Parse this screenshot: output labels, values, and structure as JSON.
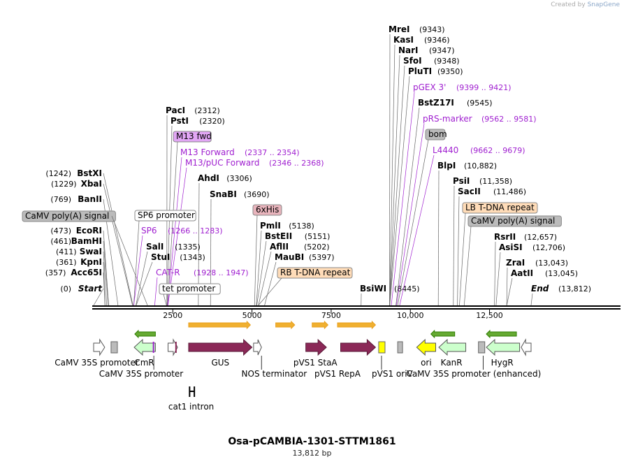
{
  "credit": {
    "prefix": "Created by",
    "brand": "SnapGene"
  },
  "map": {
    "name": "Osa-pCAMBIA-1301-STTM1861",
    "length_label": "13,812 bp",
    "length": 13812,
    "ticks": [
      {
        "label": "2500",
        "pos": 2500
      },
      {
        "label": "5000",
        "pos": 5000
      },
      {
        "label": "7500",
        "pos": 7500
      },
      {
        "label": "10,000",
        "pos": 10000
      },
      {
        "label": "12,500",
        "pos": 12500
      }
    ]
  },
  "colors": {
    "enzyme": "#000000",
    "primer": "#a020d0",
    "gus": "#8b2857",
    "marker": "#ccffcc",
    "ori": "#ffff00",
    "promoter": "#ffffff",
    "terminator": "#bbbbbb",
    "orf": "#e8a020",
    "orf_rev": "#2e7d00",
    "tag_his": "#e8b4bc",
    "tag_tdna": "#ffdcb8",
    "tag_grey": "#bbbbbb",
    "tag_violet": "#e2a6f5"
  },
  "left_labels": [
    {
      "pos": "(1242)",
      "name": "BstXI",
      "site": 1242
    },
    {
      "pos": "(1229)",
      "name": "XbaI",
      "site": 1229
    },
    {
      "pos": "(769)",
      "name": "BanII",
      "site": 769
    },
    {
      "pos": "(473)",
      "name": "EcoRI",
      "site": 473
    },
    {
      "pos": "(461)",
      "name": "BamHI",
      "site": 461
    },
    {
      "pos": "(411)",
      "name": "SwaI",
      "site": 411
    },
    {
      "pos": "(361)",
      "name": "KpnI",
      "site": 361
    },
    {
      "pos": "(357)",
      "name": "Acc65I",
      "site": 357
    },
    {
      "pos": "(0)",
      "name": "Start",
      "site": 0
    }
  ],
  "right_labels": [
    {
      "name": "MreI",
      "pos": "(9343)",
      "site": 9343,
      "kind": "enzyme"
    },
    {
      "name": "KasI",
      "pos": "(9346)",
      "site": 9346,
      "kind": "enzyme"
    },
    {
      "name": "NarI",
      "pos": "(9347)",
      "site": 9347,
      "kind": "enzyme"
    },
    {
      "name": "SfoI",
      "pos": "(9348)",
      "site": 9348,
      "kind": "enzyme"
    },
    {
      "name": "PluTI",
      "pos": "(9350)",
      "site": 9350,
      "kind": "enzyme"
    },
    {
      "name": "pGEX 3'",
      "pos": "(9399 .. 9421)",
      "site": 9399,
      "kind": "primer"
    },
    {
      "name": "BstZ17I",
      "pos": "(9545)",
      "site": 9545,
      "kind": "enzyme"
    },
    {
      "name": "pRS-marker",
      "pos": "(9562 .. 9581)",
      "site": 9562,
      "kind": "primer"
    },
    {
      "name": "bom",
      "pos": "",
      "site": 9600,
      "kind": "tag_grey"
    },
    {
      "name": "L4440",
      "pos": "(9662 .. 9679)",
      "site": 9662,
      "kind": "primer"
    },
    {
      "name": "BlpI",
      "pos": "(10,882)",
      "site": 10882,
      "kind": "enzyme"
    },
    {
      "name": "PsiI",
      "pos": "(11,358)",
      "site": 11358,
      "kind": "enzyme"
    },
    {
      "name": "SacII",
      "pos": "(11,486)",
      "site": 11486,
      "kind": "enzyme"
    },
    {
      "name": "LB T-DNA repeat",
      "pos": "",
      "site": 11550,
      "kind": "tag_tdna"
    },
    {
      "name": "CaMV poly(A) signal",
      "pos": "",
      "site": 11700,
      "kind": "tag_grey"
    },
    {
      "name": "RsrII",
      "pos": "(12,657)",
      "site": 12657,
      "kind": "enzyme"
    },
    {
      "name": "AsiSI",
      "pos": "(12,706)",
      "site": 12706,
      "kind": "enzyme"
    },
    {
      "name": "ZraI",
      "pos": "(13,043)",
      "site": 13043,
      "kind": "enzyme"
    },
    {
      "name": "AatII",
      "pos": "(13,045)",
      "site": 13045,
      "kind": "enzyme"
    },
    {
      "name": "End",
      "pos": "(13,812)",
      "site": 13812,
      "kind": "enzyme"
    }
  ],
  "middle_labels": [
    {
      "name": "PacI",
      "pos": "(2312)",
      "site": 2312,
      "kind": "enzyme"
    },
    {
      "name": "PstI",
      "pos": "(2320)",
      "site": 2320,
      "kind": "enzyme"
    },
    {
      "name": "M13 fwd",
      "pos": "",
      "site": 2337,
      "kind": "tag_violet"
    },
    {
      "name": "M13 Forward",
      "pos": "(2337 .. 2354)",
      "site": 2337,
      "kind": "primer"
    },
    {
      "name": "M13/pUC Forward",
      "pos": "(2346 .. 2368)",
      "site": 2346,
      "kind": "primer"
    },
    {
      "name": "AhdI",
      "pos": "(3306)",
      "site": 3306,
      "kind": "enzyme"
    },
    {
      "name": "SnaBI",
      "pos": "(3690)",
      "site": 3690,
      "kind": "enzyme"
    },
    {
      "name": "6xHis",
      "pos": "",
      "site": 5080,
      "kind": "tag_his"
    },
    {
      "name": "SP6 promoter",
      "pos": "",
      "site": 1266,
      "kind": "tag_white"
    },
    {
      "name": "SP6",
      "pos": "(1266 .. 1283)",
      "site": 1266,
      "kind": "primer"
    },
    {
      "name": "SalI",
      "pos": "(1335)",
      "site": 1335,
      "kind": "enzyme"
    },
    {
      "name": "StuI",
      "pos": "(1343)",
      "site": 1343,
      "kind": "enzyme"
    },
    {
      "name": "CAT-R",
      "pos": "(1928 .. 1947)",
      "site": 1928,
      "kind": "primer"
    },
    {
      "name": "tet promoter",
      "pos": "",
      "site": 2300,
      "kind": "tag_white"
    },
    {
      "name": "PmlI",
      "pos": "(5138)",
      "site": 5138,
      "kind": "enzyme"
    },
    {
      "name": "BstEII",
      "pos": "(5151)",
      "site": 5151,
      "kind": "enzyme"
    },
    {
      "name": "AflII",
      "pos": "(5202)",
      "site": 5202,
      "kind": "enzyme"
    },
    {
      "name": "MauBI",
      "pos": "(5397)",
      "site": 5397,
      "kind": "enzyme"
    },
    {
      "name": "RB T-DNA repeat",
      "pos": "",
      "site": 5200,
      "kind": "tag_tdna"
    },
    {
      "name": "BsiWI",
      "pos": "(8445)",
      "site": 8445,
      "kind": "enzyme"
    }
  ],
  "left_tags": [
    {
      "name": "CaMV poly(A) signal",
      "kind": "tag_grey"
    }
  ],
  "features": [
    {
      "name": "CaMV 35S promoter",
      "kind": "promoter",
      "start": 0,
      "end": 350,
      "dir": "right"
    },
    {
      "name": "",
      "kind": "terminator",
      "start": 550,
      "end": 750,
      "dir": "none"
    },
    {
      "name": "CmR",
      "kind": "marker",
      "start": 1280,
      "end": 1950,
      "dir": "left"
    },
    {
      "name": "CaMV 35S promoter",
      "kind": "promoter",
      "start": 2350,
      "end": 2650,
      "dir": "right"
    },
    {
      "name": "GUS",
      "kind": "gus",
      "start": 3000,
      "end": 5000,
      "dir": "right"
    },
    {
      "name": "NOS terminator",
      "kind": "promoter",
      "start": 5050,
      "end": 5300,
      "dir": "right"
    },
    {
      "name": "pVS1 StaA",
      "kind": "gus",
      "start": 6700,
      "end": 7350,
      "dir": "right"
    },
    {
      "name": "pVS1 RepA",
      "kind": "gus",
      "start": 7800,
      "end": 8900,
      "dir": "right"
    },
    {
      "name": "pVS1 oriV",
      "kind": "ori",
      "start": 9000,
      "end": 9200,
      "dir": "none"
    },
    {
      "name": "",
      "kind": "terminator",
      "start": 9600,
      "end": 9750,
      "dir": "none"
    },
    {
      "name": "ori",
      "kind": "ori",
      "start": 10200,
      "end": 10800,
      "dir": "left"
    },
    {
      "name": "KanR",
      "kind": "marker",
      "start": 10900,
      "end": 11750,
      "dir": "left"
    },
    {
      "name": "",
      "kind": "terminator",
      "start": 12150,
      "end": 12350,
      "dir": "none"
    },
    {
      "name": "HygR",
      "kind": "marker",
      "start": 12400,
      "end": 13450,
      "dir": "left"
    },
    {
      "name": "CaMV 35S promoter (enhanced)",
      "kind": "promoter",
      "start": 13500,
      "end": 13812,
      "dir": "left"
    }
  ],
  "feature_labels": [
    {
      "text": "CaMV 35S promoter",
      "row": 1,
      "site": 100
    },
    {
      "text": "CmR",
      "row": 1,
      "site": 1600
    },
    {
      "text": "CaMV 35S promoter",
      "row": 2,
      "site": 1500
    },
    {
      "text": "GUS",
      "row": 1,
      "site": 4000
    },
    {
      "text": "NOS terminator",
      "row": 2,
      "site": 5700
    },
    {
      "text": "pVS1 StaA",
      "row": 1,
      "site": 7000
    },
    {
      "text": "pVS1 RepA",
      "row": 2,
      "site": 7700
    },
    {
      "text": "pVS1 oriV",
      "row": 2,
      "site": 9430
    },
    {
      "text": "ori",
      "row": 1,
      "site": 10500
    },
    {
      "text": "KanR",
      "row": 1,
      "site": 11300
    },
    {
      "text": "HygR",
      "row": 1,
      "site": 12900
    },
    {
      "text": "CaMV 35S promoter (enhanced)",
      "row": 2,
      "site": 12000
    },
    {
      "text": "cat1 intron",
      "row": 3,
      "site": 3080
    }
  ],
  "orf_arrows": [
    {
      "start": 1300,
      "end": 1950,
      "dir": "left"
    },
    {
      "start": 3000,
      "end": 4950,
      "dir": "right"
    },
    {
      "start": 5750,
      "end": 6350,
      "dir": "right"
    },
    {
      "start": 6900,
      "end": 7400,
      "dir": "right"
    },
    {
      "start": 7700,
      "end": 8900,
      "dir": "right"
    },
    {
      "start": 10650,
      "end": 11400,
      "dir": "left"
    },
    {
      "start": 12400,
      "end": 13350,
      "dir": "left"
    }
  ],
  "intron": {
    "name": "cat1 intron",
    "start": 3030,
    "end": 3180
  }
}
